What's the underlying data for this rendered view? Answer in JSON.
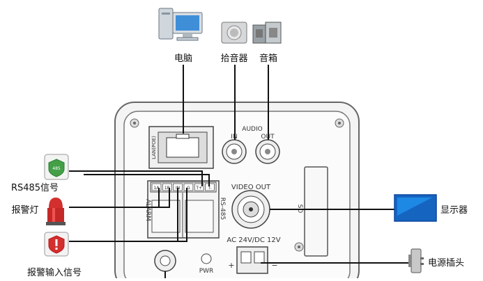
{
  "devices": {
    "computer": "电脑",
    "microphone": "拾音器",
    "speaker": "音箱",
    "rs485_device": "RS485信号",
    "alarm_light": "报警灯",
    "alarm_input": "报警输入信号",
    "monitor": "显示器",
    "power_plug": "电源插头"
  },
  "panel": {
    "lan_label": "LAN(POE)",
    "audio_label": "AUDIO",
    "audio_in": "IN",
    "audio_out": "OUT",
    "alarm_label": "ALARM",
    "alarm_pins": [
      "1A",
      "1B",
      "IN",
      "G",
      "T+",
      "T-"
    ],
    "rs485_label": "RS-485",
    "video_out_label": "VIDEO OUT",
    "sd_label": "SD",
    "power_label": "AC 24V/DC 12V",
    "power_plus": "+",
    "power_minus": "−",
    "pwr_label": "PWR",
    "rs485_badge": "485"
  },
  "colors": {
    "line": "#111111",
    "panel_stroke": "#555555",
    "monitor_blue": "#1565c0",
    "alarm_red": "#d32f2f",
    "badge_green": "#43a047"
  }
}
